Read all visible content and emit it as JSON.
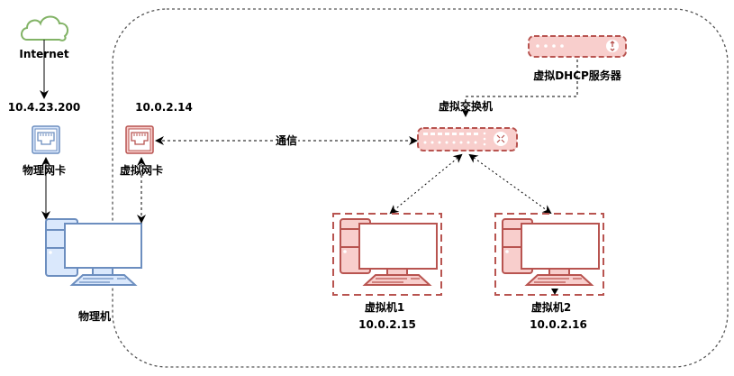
{
  "diagram": {
    "title": "Virtual network topology",
    "host_side": {
      "internet": {
        "label": "Internet",
        "icon": "cloud-icon",
        "color": "#82b366"
      },
      "physical_ip": "10.4.23.200",
      "physical_nic": {
        "label": "物理网卡",
        "icon": "ethernet-port-icon",
        "color": "#6c8ebf",
        "fill": "#dae8fc"
      },
      "physical_machine": {
        "label": "物理机",
        "icon": "desktop-computer-icon",
        "color": "#6c8ebf",
        "fill": "#dae8fc"
      }
    },
    "virtual_env": {
      "virtual_nic": {
        "label": "虚拟网卡",
        "ip": "10.0.2.14",
        "icon": "ethernet-port-icon",
        "color": "#b85450",
        "fill": "#f8cecc"
      },
      "link_label": "通信",
      "switch": {
        "label": "虚拟交换机",
        "icon": "network-switch-icon",
        "color": "#b85450",
        "fill": "#f8cecc"
      },
      "dhcp_server": {
        "label": "虚拟DHCP服务器",
        "icon": "router-icon",
        "color": "#b85450",
        "fill": "#f8cecc"
      },
      "vms": [
        {
          "label": "虚拟机1",
          "ip": "10.0.2.15",
          "icon": "desktop-computer-icon"
        },
        {
          "label": "虚拟机2",
          "ip": "10.0.2.16",
          "icon": "desktop-computer-icon"
        }
      ]
    }
  }
}
